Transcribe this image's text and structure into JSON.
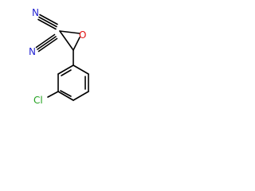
{
  "colors": {
    "bond": "#000000",
    "nitrogen": "#1f1fd1",
    "oxygen": "#e01010",
    "chlorine": "#22a11f",
    "background": "#ffffff"
  },
  "atoms": {
    "nitrogen_top": "N",
    "nitrogen_bottom": "N",
    "oxygen": "O",
    "chlorine": "Cl"
  }
}
